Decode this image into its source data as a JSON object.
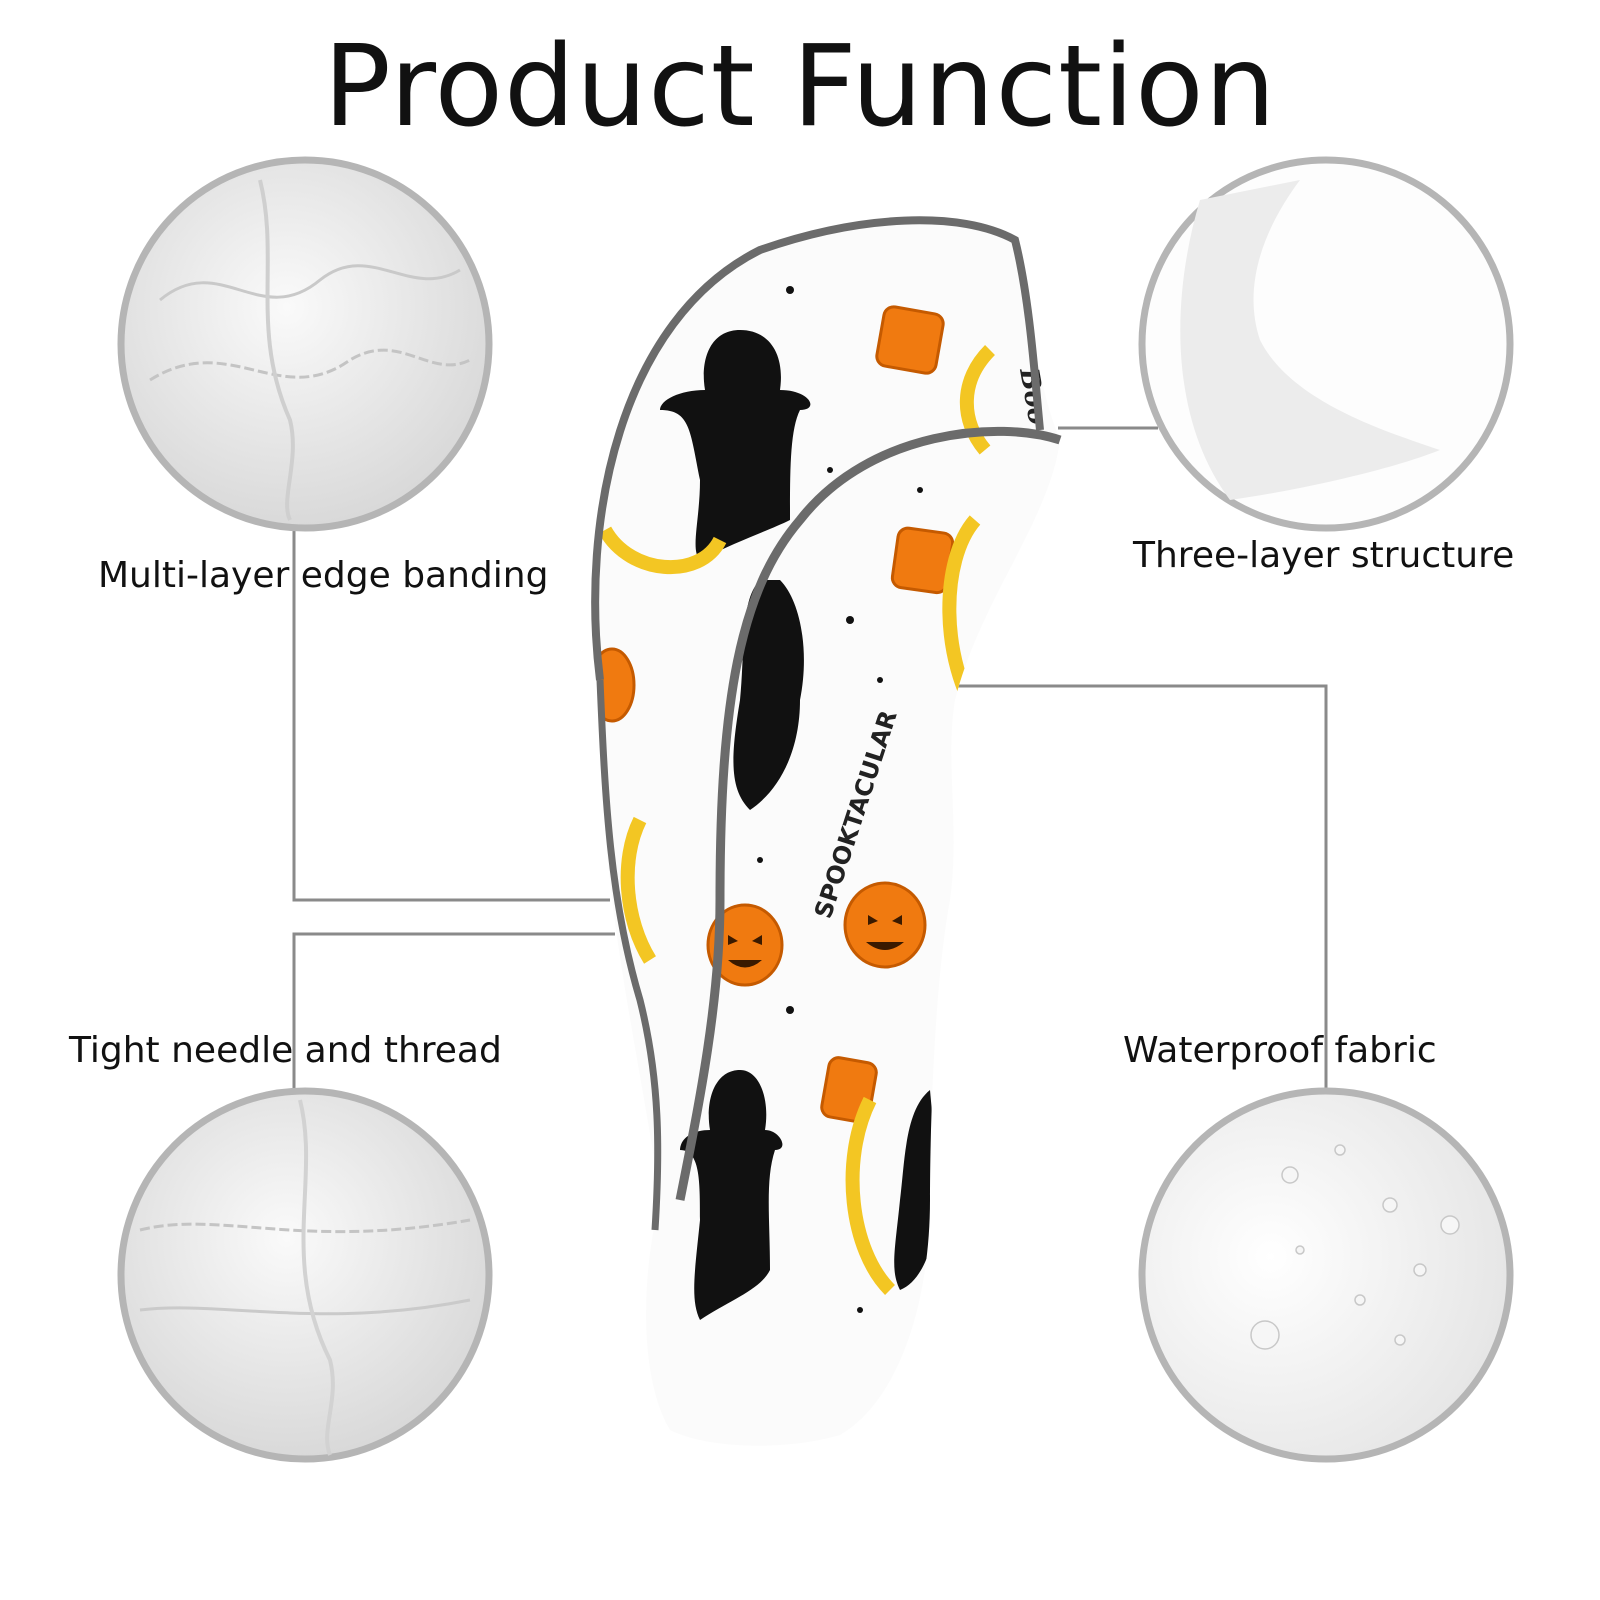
{
  "title": "Product Function",
  "features": [
    {
      "label": "Multi-layer edge banding"
    },
    {
      "label": "Three-layer structure"
    },
    {
      "label": "Tight needle and thread"
    },
    {
      "label": "Waterproof fabric"
    }
  ],
  "product_print_text": [
    "Boo",
    "SPOOKTACULAR"
  ],
  "colors": {
    "line": "#8a8a8a",
    "circle_border": "#b5b5b5",
    "trim": "#6b6b6b",
    "pumpkin": "#f07a10",
    "moon": "#f3c623",
    "ghost": "#111111"
  }
}
